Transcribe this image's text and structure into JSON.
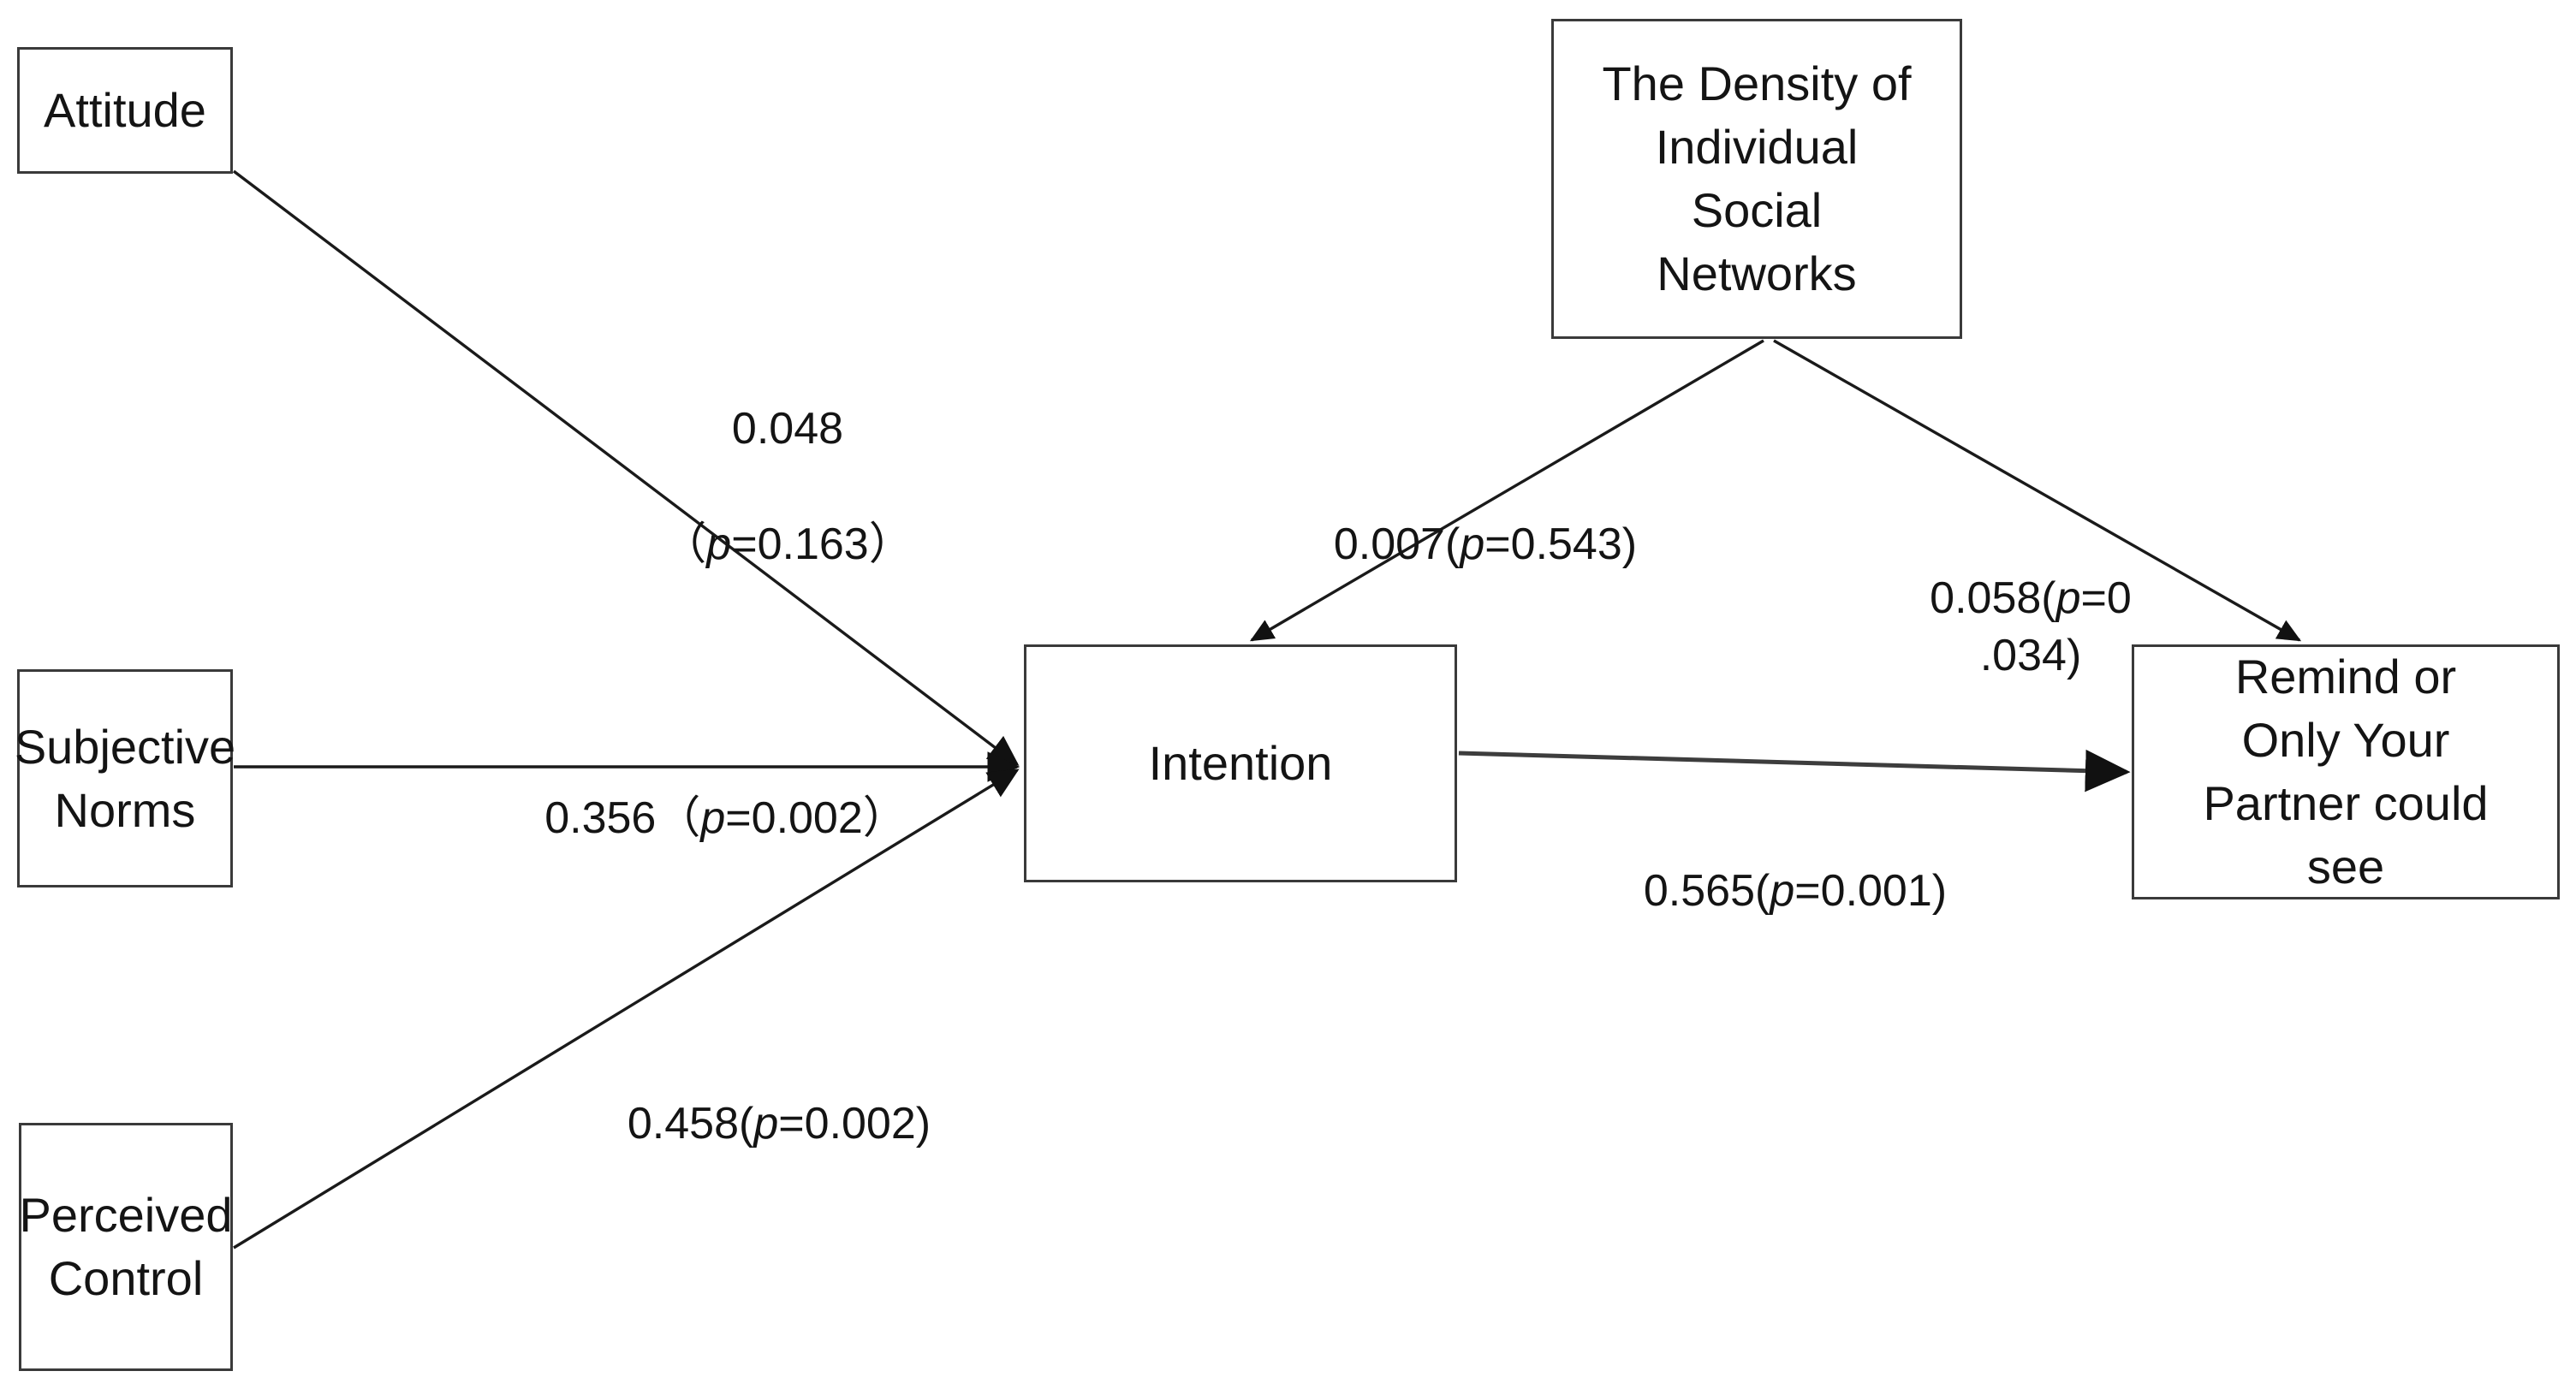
{
  "diagram": {
    "title": "Structural path model",
    "background_color": "#ffffff",
    "line_color": "#1a1a1a",
    "box_border_color": "#3a3a3a",
    "text_color": "#141414"
  },
  "nodes": {
    "attitude": {
      "label": "Attitude"
    },
    "subjective": {
      "label": "Subjective\nNorms"
    },
    "perceived": {
      "label": "Perceived\nControl"
    },
    "intention": {
      "label": "Intention"
    },
    "density": {
      "label": "The Density of\nIndividual\nSocial\nNetworks"
    },
    "outcome": {
      "label": "Remind or\nOnly Your\nPartner could\nsee"
    }
  },
  "edges": {
    "attitude_to_intention": {
      "from": "attitude",
      "to": "intention",
      "coefficient": "0.048",
      "p_label": "（p=0.163）",
      "p_prefix": "（",
      "p_italic": "p",
      "p_value": "=0.163）",
      "text": "0.048\n（p=0.163）"
    },
    "subjective_to_intention": {
      "from": "subjective",
      "to": "intention",
      "coefficient": "0.356",
      "p_prefix": "（",
      "p_italic": "p",
      "p_value": "=0.002）",
      "text": "0.356（p=0.002）"
    },
    "perceived_to_intention": {
      "from": "perceived",
      "to": "intention",
      "coefficient": "0.458",
      "p_prefix": "(",
      "p_italic": "p",
      "p_value": "=0.002)",
      "text": "0.458(p=0.002)"
    },
    "density_to_intention": {
      "from": "density",
      "to": "intention",
      "coefficient": "0.007",
      "p_prefix": "(",
      "p_italic": "p",
      "p_value": "=0.543)",
      "text": "0.007(p=0.543)"
    },
    "density_to_outcome": {
      "from": "density",
      "to": "outcome",
      "coefficient": "0.058",
      "p_prefix": "(",
      "p_italic": "p",
      "p_value": "=0\n.034)",
      "text": "0.058(p=0\n.034)"
    },
    "intention_to_outcome": {
      "from": "intention",
      "to": "outcome",
      "coefficient": "0.565",
      "p_prefix": "(",
      "p_italic": "p",
      "p_value": "=0.001)",
      "text": "0.565(p=0.001)"
    }
  },
  "chart_data": {
    "type": "diagram",
    "subtype": "path-model",
    "title": "Structural path model",
    "nodes": [
      "Attitude",
      "Subjective Norms",
      "Perceived Control",
      "Intention",
      "The Density of Individual Social Networks",
      "Remind or Only Your Partner could see"
    ],
    "paths": [
      {
        "from": "Attitude",
        "to": "Intention",
        "estimate": 0.048,
        "p": 0.163
      },
      {
        "from": "Subjective Norms",
        "to": "Intention",
        "estimate": 0.356,
        "p": 0.002
      },
      {
        "from": "Perceived Control",
        "to": "Intention",
        "estimate": 0.458,
        "p": 0.002
      },
      {
        "from": "The Density of Individual Social Networks",
        "to": "Intention",
        "estimate": 0.007,
        "p": 0.543
      },
      {
        "from": "The Density of Individual Social Networks",
        "to": "Remind or Only Your Partner could see",
        "estimate": 0.058,
        "p": 0.034
      },
      {
        "from": "Intention",
        "to": "Remind or Only Your Partner could see",
        "estimate": 0.565,
        "p": 0.001
      }
    ]
  }
}
